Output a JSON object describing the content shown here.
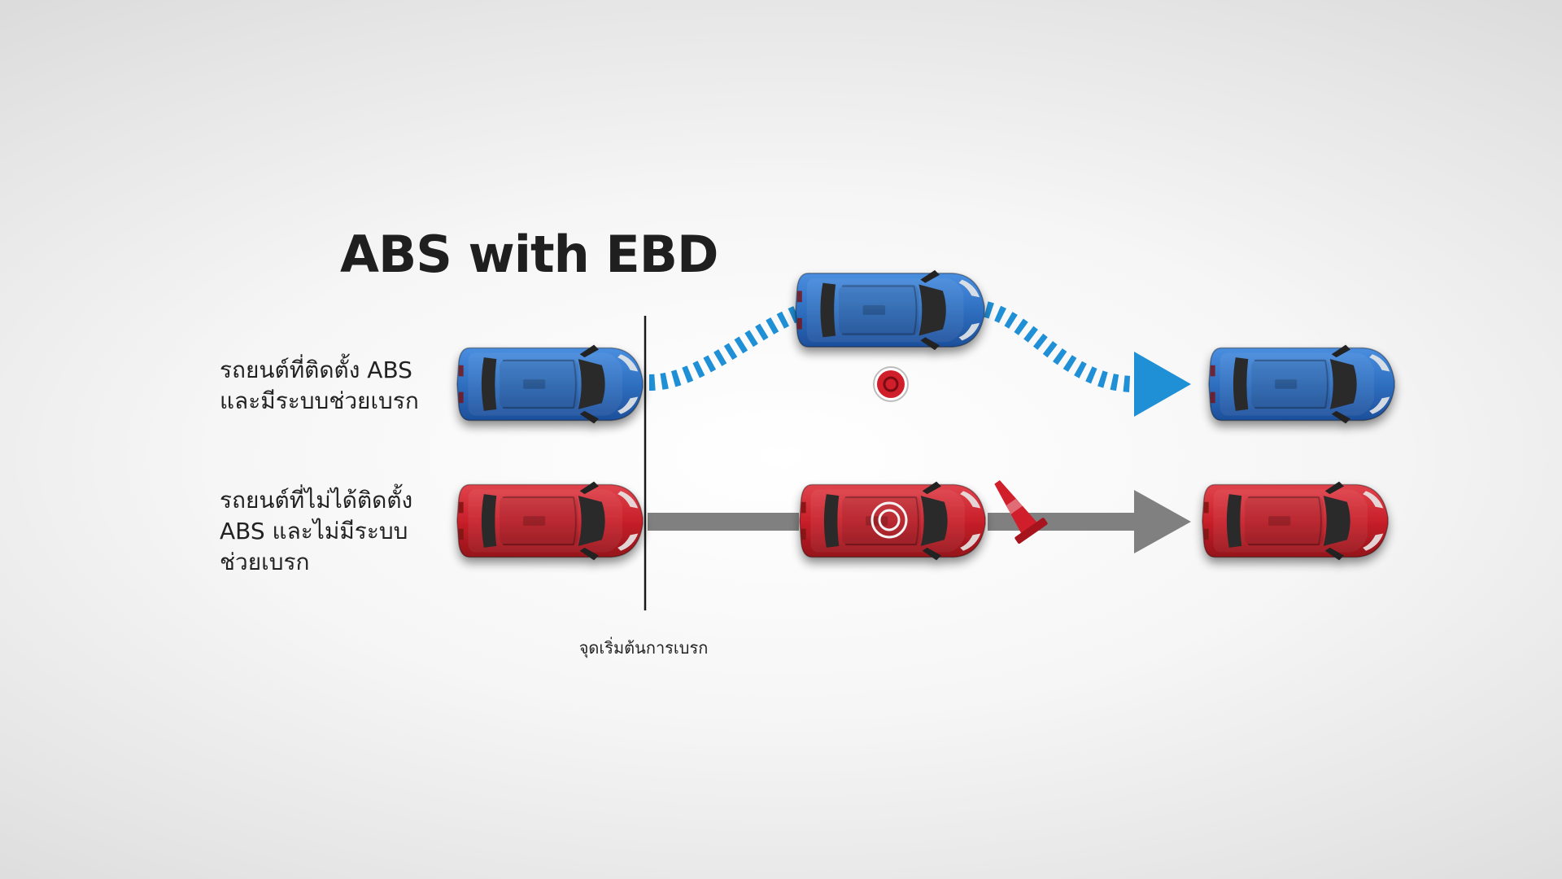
{
  "title": "ABS with EBD",
  "rows": [
    {
      "id": "abs",
      "label_lines": [
        "รถยนต์ที่ติดตั้ง ABS",
        "และมีระบบช่วยเบรก"
      ],
      "car_color": "#2f6fc0",
      "path_color": "#1f8fd6",
      "path_style": "dashed-curve",
      "obstacle_icon": "warning-circle-icon"
    },
    {
      "id": "no-abs",
      "label_lines": [
        "รถยนต์ที่ไม่ได้ติดตั้ง",
        "ABS  และไม่มีระบบ",
        "ช่วยเบรก"
      ],
      "car_color": "#c8202a",
      "path_color": "#808080",
      "path_style": "solid-straight",
      "obstacle_icon": "traffic-cone-icon"
    }
  ],
  "braking_start_label": "จุดเริ่มต้นการเบรก",
  "colors": {
    "accent_blue": "#1f8fd6",
    "car_blue": "#2f6fc0",
    "car_red": "#c8202a",
    "arrow_gray": "#808080",
    "warning_red": "#d01f2b",
    "text_dark": "#1f1f1f"
  }
}
